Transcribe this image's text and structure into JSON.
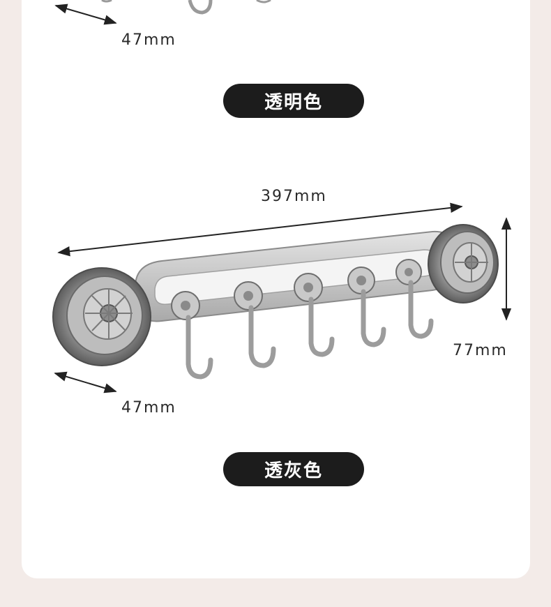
{
  "top_variant": {
    "depth_label": "47mm",
    "color_name": "透明色"
  },
  "bottom_variant": {
    "length_label": "397mm",
    "height_label": "77mm",
    "depth_label": "47mm",
    "color_name": "透灰色"
  },
  "colors": {
    "page_background": "#f3ebe8",
    "card_background": "#ffffff",
    "pill_background": "#1c1c1c",
    "pill_text": "#ffffff",
    "product_gray": "#9a9a9a"
  },
  "product": {
    "hook_count": 5,
    "suction_cup_count": 2
  }
}
